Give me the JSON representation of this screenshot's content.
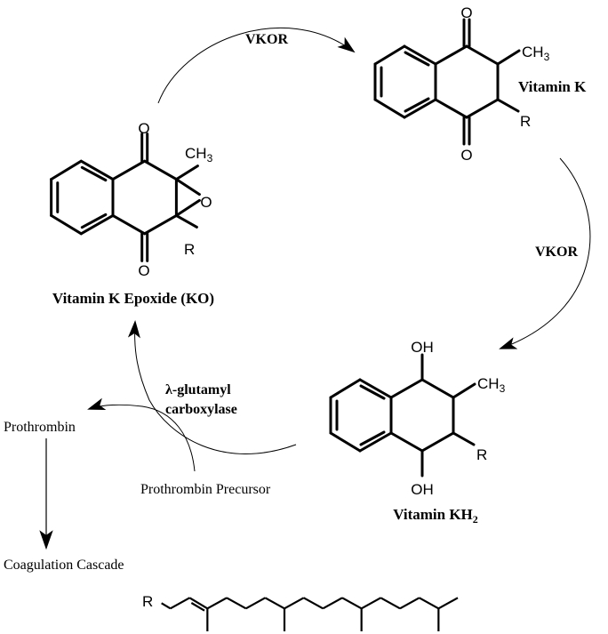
{
  "enzymes": {
    "top_arrow": "VKOR",
    "right_arrow": "VKOR",
    "carboxylase_line1": "λ-glutamyl",
    "carboxylase_line2": "carboxylase"
  },
  "compounds": {
    "vitamin_k": {
      "label": "Vitamin K",
      "atoms": {
        "o_top": "O",
        "o_bottom": "O",
        "methyl": "CH",
        "methyl_sub": "3",
        "r": "R"
      }
    },
    "epoxide": {
      "label": "Vitamin K Epoxide (KO)",
      "atoms": {
        "o_top": "O",
        "o_bottom": "O",
        "o_epoxide": "O",
        "methyl": "CH",
        "methyl_sub": "3",
        "r": "R"
      }
    },
    "hydroquinone": {
      "label": "Vitamin KH",
      "label_sub": "2",
      "atoms": {
        "oh_top": "OH",
        "oh_bottom": "OH",
        "methyl": "CH",
        "methyl_sub": "3",
        "r": "R"
      }
    }
  },
  "side_pathway": {
    "prothrombin": "Prothrombin",
    "precursor": "Prothrombin Precursor",
    "cascade": "Coagulation Cascade"
  },
  "side_chain": {
    "r": "R"
  }
}
